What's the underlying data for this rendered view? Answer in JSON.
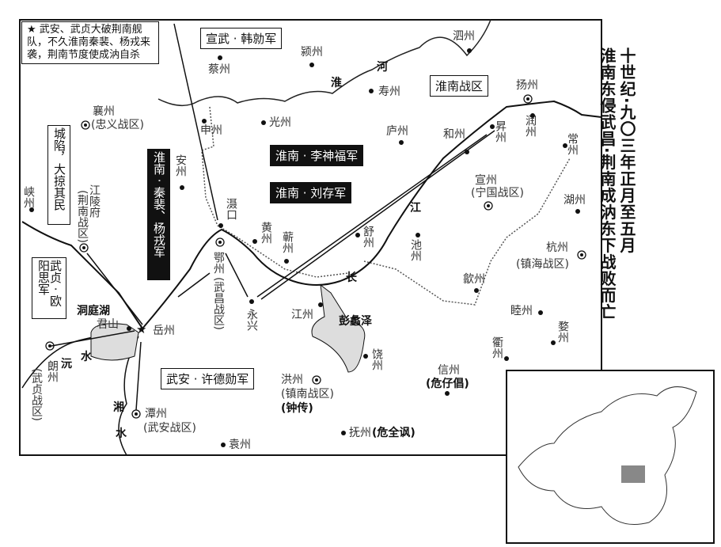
{
  "title": {
    "line1": "十世纪·九〇三年正月至五月",
    "line2": "淮南东侵武昌·荆南成汭东下战败而亡"
  },
  "note": "★ 武安、武贞大破荆南舰队，不久淮南秦裴、杨戎来袭，荆南节度使成汭自杀",
  "armies": {
    "xuanwu": "宣武 · 韩勍军",
    "qinpei": "淮南 · 秦裴、杨戎军",
    "lishenfu": "淮南 · 李神福军",
    "liucun": "淮南 · 刘存军",
    "xudexun": "武安 · 许德勋军",
    "ouyangsi": "武贞 · 欧阳思军",
    "chengxian": "城陷，大掠其民"
  },
  "zones": {
    "huainan": "淮南战区"
  },
  "places": {
    "yingzhou": "颍州",
    "caizhou": "蔡州",
    "sizhou": "泗州",
    "shouzhou": "寿州",
    "yangzhou": "扬州",
    "xiangzhou": "襄州",
    "xiangzhou_zone": "(忠义战区)",
    "shenzhou": "申州",
    "guangzhou": "光州",
    "luzhou": "庐州",
    "hezhou": "和州",
    "shengzhou": "昇州",
    "runzhou": "润州",
    "changzhou": "常州",
    "anzhou": "安州",
    "xuanzhou": "宣州",
    "xuanzhou_zone": "(宁国战区)",
    "huzhou": "湖州",
    "xiazhou": "峡州",
    "jiangling": "江陵府",
    "jiangling_zone": "(荆南战区)",
    "shekou": "滠口",
    "huangzhou": "黄州",
    "qizhou": "蕲州",
    "shuzhou": "舒州",
    "chizhou": "池州",
    "hangzhou": "杭州",
    "hangzhou_zone": "(镇海战区)",
    "ezhou": "鄂州",
    "ezhou_zone": "(武昌战区)",
    "yongxing": "永兴",
    "shezhou": "歙州",
    "muzhou": "睦州",
    "wuzhou": "婺州",
    "quzhou": "衢州",
    "junshan": "君山",
    "yuezhou": "岳州",
    "jiangzhou": "江州",
    "raozhou": "饶州",
    "langzhou": "朗州",
    "langzhou_zone": "(武贞战区)",
    "xinzhou": "信州",
    "xinzhou_ruler": "(危仔倡)",
    "hongzhou": "洪州",
    "hongzhou_zone": "(镇南战区)",
    "hongzhou_ruler": "(钟传)",
    "tanzhou": "潭州",
    "tanzhou_zone": "(武安战区)",
    "fuzhou": "抚州",
    "fuzhou_ruler": "(危全讽)",
    "yuanzhou": "袁州"
  },
  "water": {
    "huai": "淮",
    "he": "河",
    "jiang": "江",
    "chang": "长",
    "dongting": "洞庭湖",
    "pengli": "彭蠡泽",
    "yuan": "沅",
    "yuan_shui": "水",
    "xiang": "湘",
    "xiang_shui": "水"
  }
}
